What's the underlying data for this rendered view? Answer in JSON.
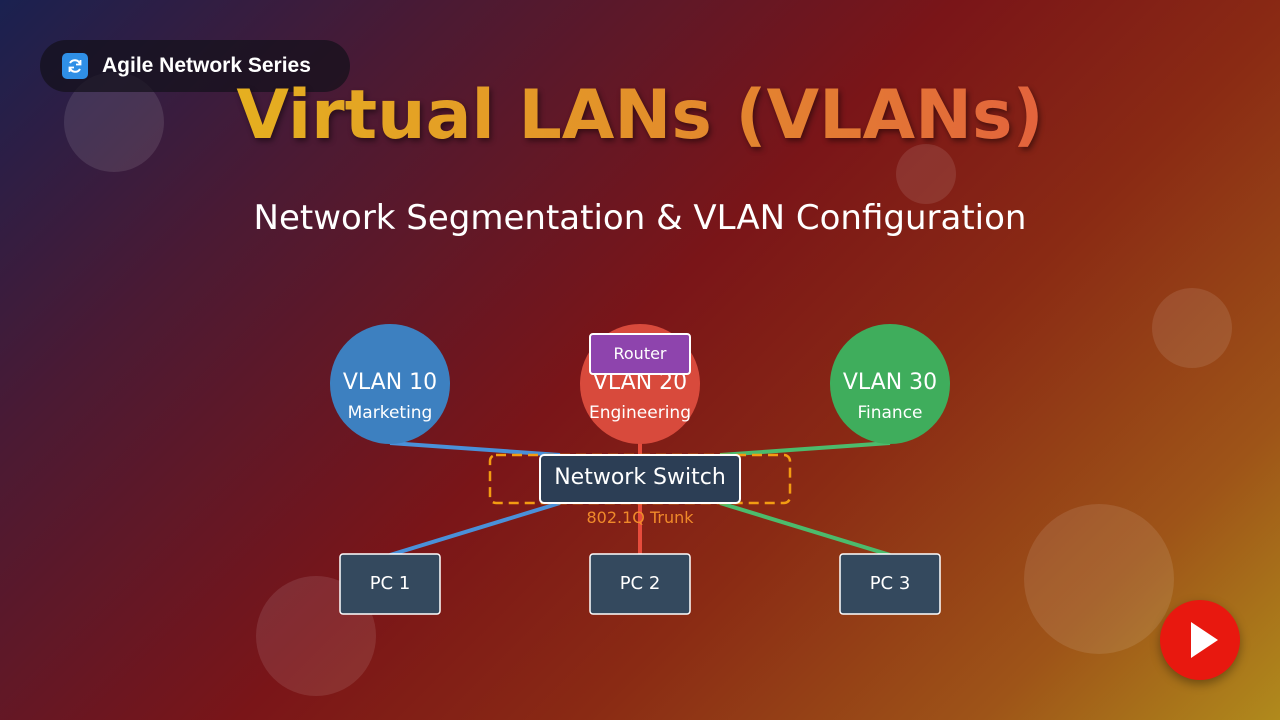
{
  "badge": {
    "icon": "refresh-icon",
    "label": "Agile Network Series"
  },
  "header": {
    "title": "Virtual LANs (VLANs)",
    "subtitle": "Network Segmentation & VLAN Configuration"
  },
  "diagram": {
    "vlans": [
      {
        "name": "VLAN 10",
        "dept": "Marketing",
        "color": "#3d80c0"
      },
      {
        "name": "VLAN 20",
        "dept": "Engineering",
        "color": "#d84a3c"
      },
      {
        "name": "VLAN 30",
        "dept": "Finance",
        "color": "#3fad5c"
      }
    ],
    "router": {
      "label": "Router",
      "color": "#8e44ad"
    },
    "switch": {
      "label": "Network Switch",
      "color": "#2c3e55"
    },
    "trunk": {
      "label": "802.1Q Trunk",
      "color": "#f39c12"
    },
    "pcs": [
      {
        "label": "PC 1",
        "color": "#34495e"
      },
      {
        "label": "PC 2",
        "color": "#34495e"
      },
      {
        "label": "PC 3",
        "color": "#34495e"
      }
    ],
    "link_colors": [
      "#4a90d9",
      "#e74c3c",
      "#4cbb6c"
    ]
  },
  "play_button": {
    "icon": "play-icon",
    "color": "#e8180f"
  }
}
